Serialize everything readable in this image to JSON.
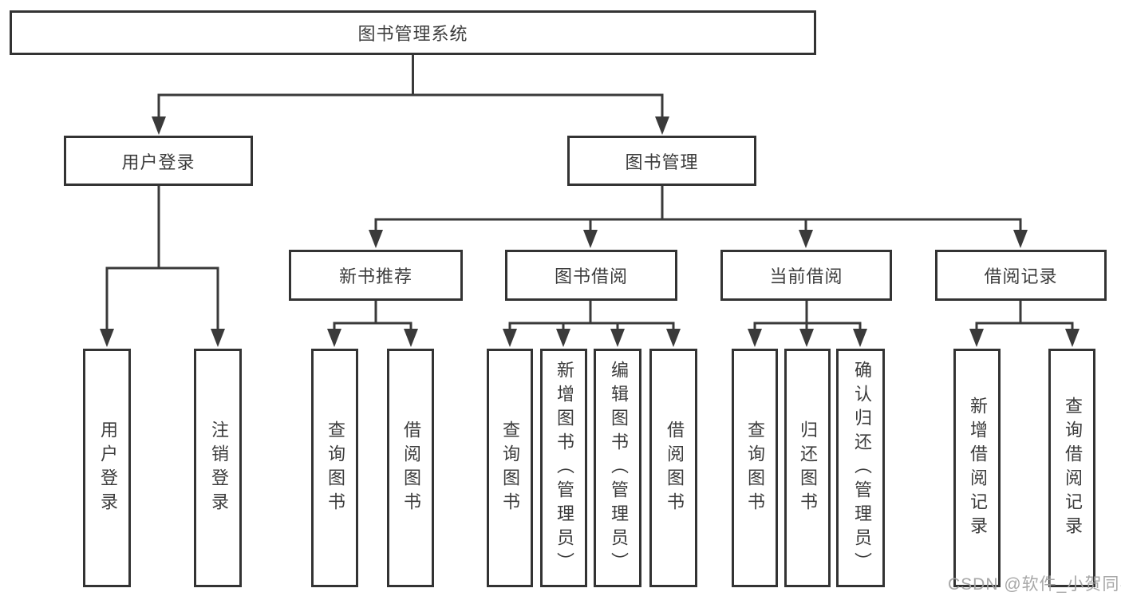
{
  "diagram": {
    "title": "图书管理系统",
    "watermark": "CSDN @软件_小贺同学",
    "colors": {
      "line": "#3a3a3a",
      "box_border": "#333333",
      "text": "#3c3c3c",
      "watermark": "#a2a2a2",
      "background": "#ffffff"
    }
  },
  "tree": {
    "root": "图书管理系统",
    "branches": [
      {
        "label": "用户登录",
        "children": [
          "用户登录",
          "注销登录"
        ]
      },
      {
        "label": "图书管理",
        "children": [
          {
            "label": "新书推荐",
            "children": [
              "查询图书",
              "借阅图书"
            ]
          },
          {
            "label": "图书借阅",
            "children": [
              "查询图书",
              "新增图书（管理员）",
              "编辑图书（管理员）",
              "借阅图书"
            ]
          },
          {
            "label": "当前借阅",
            "children": [
              "查询图书",
              "归还图书",
              "确认归还（管理员）"
            ]
          },
          {
            "label": "借阅记录",
            "children": [
              "新增借阅记录",
              "查询借阅记录"
            ]
          }
        ]
      }
    ]
  }
}
